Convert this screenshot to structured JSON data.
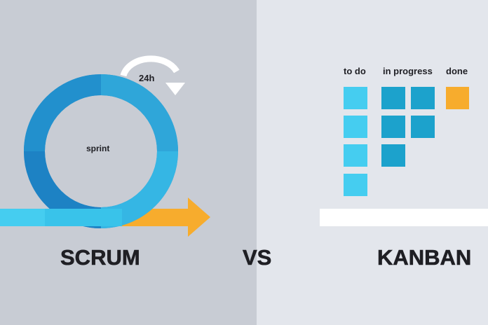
{
  "colors": {
    "left_bg": "#c8ccd4",
    "right_bg": "#e3e6ec",
    "cycle_dark": "#1d82c4",
    "cycle_mid": "#2b97d3",
    "cycle_light": "#39c3ea",
    "card_todo": "#45cdf0",
    "card_progress": "#1ca2cc",
    "card_done": "#f7ac2d",
    "arrow_orange": "#f7ac2d",
    "text": "#1f1f24",
    "white": "#ffffff"
  },
  "icons": {
    "cycle_arrow": "curved-arrow-icon",
    "forward_arrow": "arrow-right-icon"
  },
  "scrum": {
    "title": "SCRUM",
    "cycle_label": "24h",
    "loop_label": "sprint"
  },
  "versus": "VS",
  "kanban": {
    "title": "KANBAN",
    "columns": [
      {
        "label": "to do",
        "cards": 4
      },
      {
        "label": "in progress",
        "cards": 5
      },
      {
        "label": "done",
        "cards": 1
      }
    ]
  }
}
